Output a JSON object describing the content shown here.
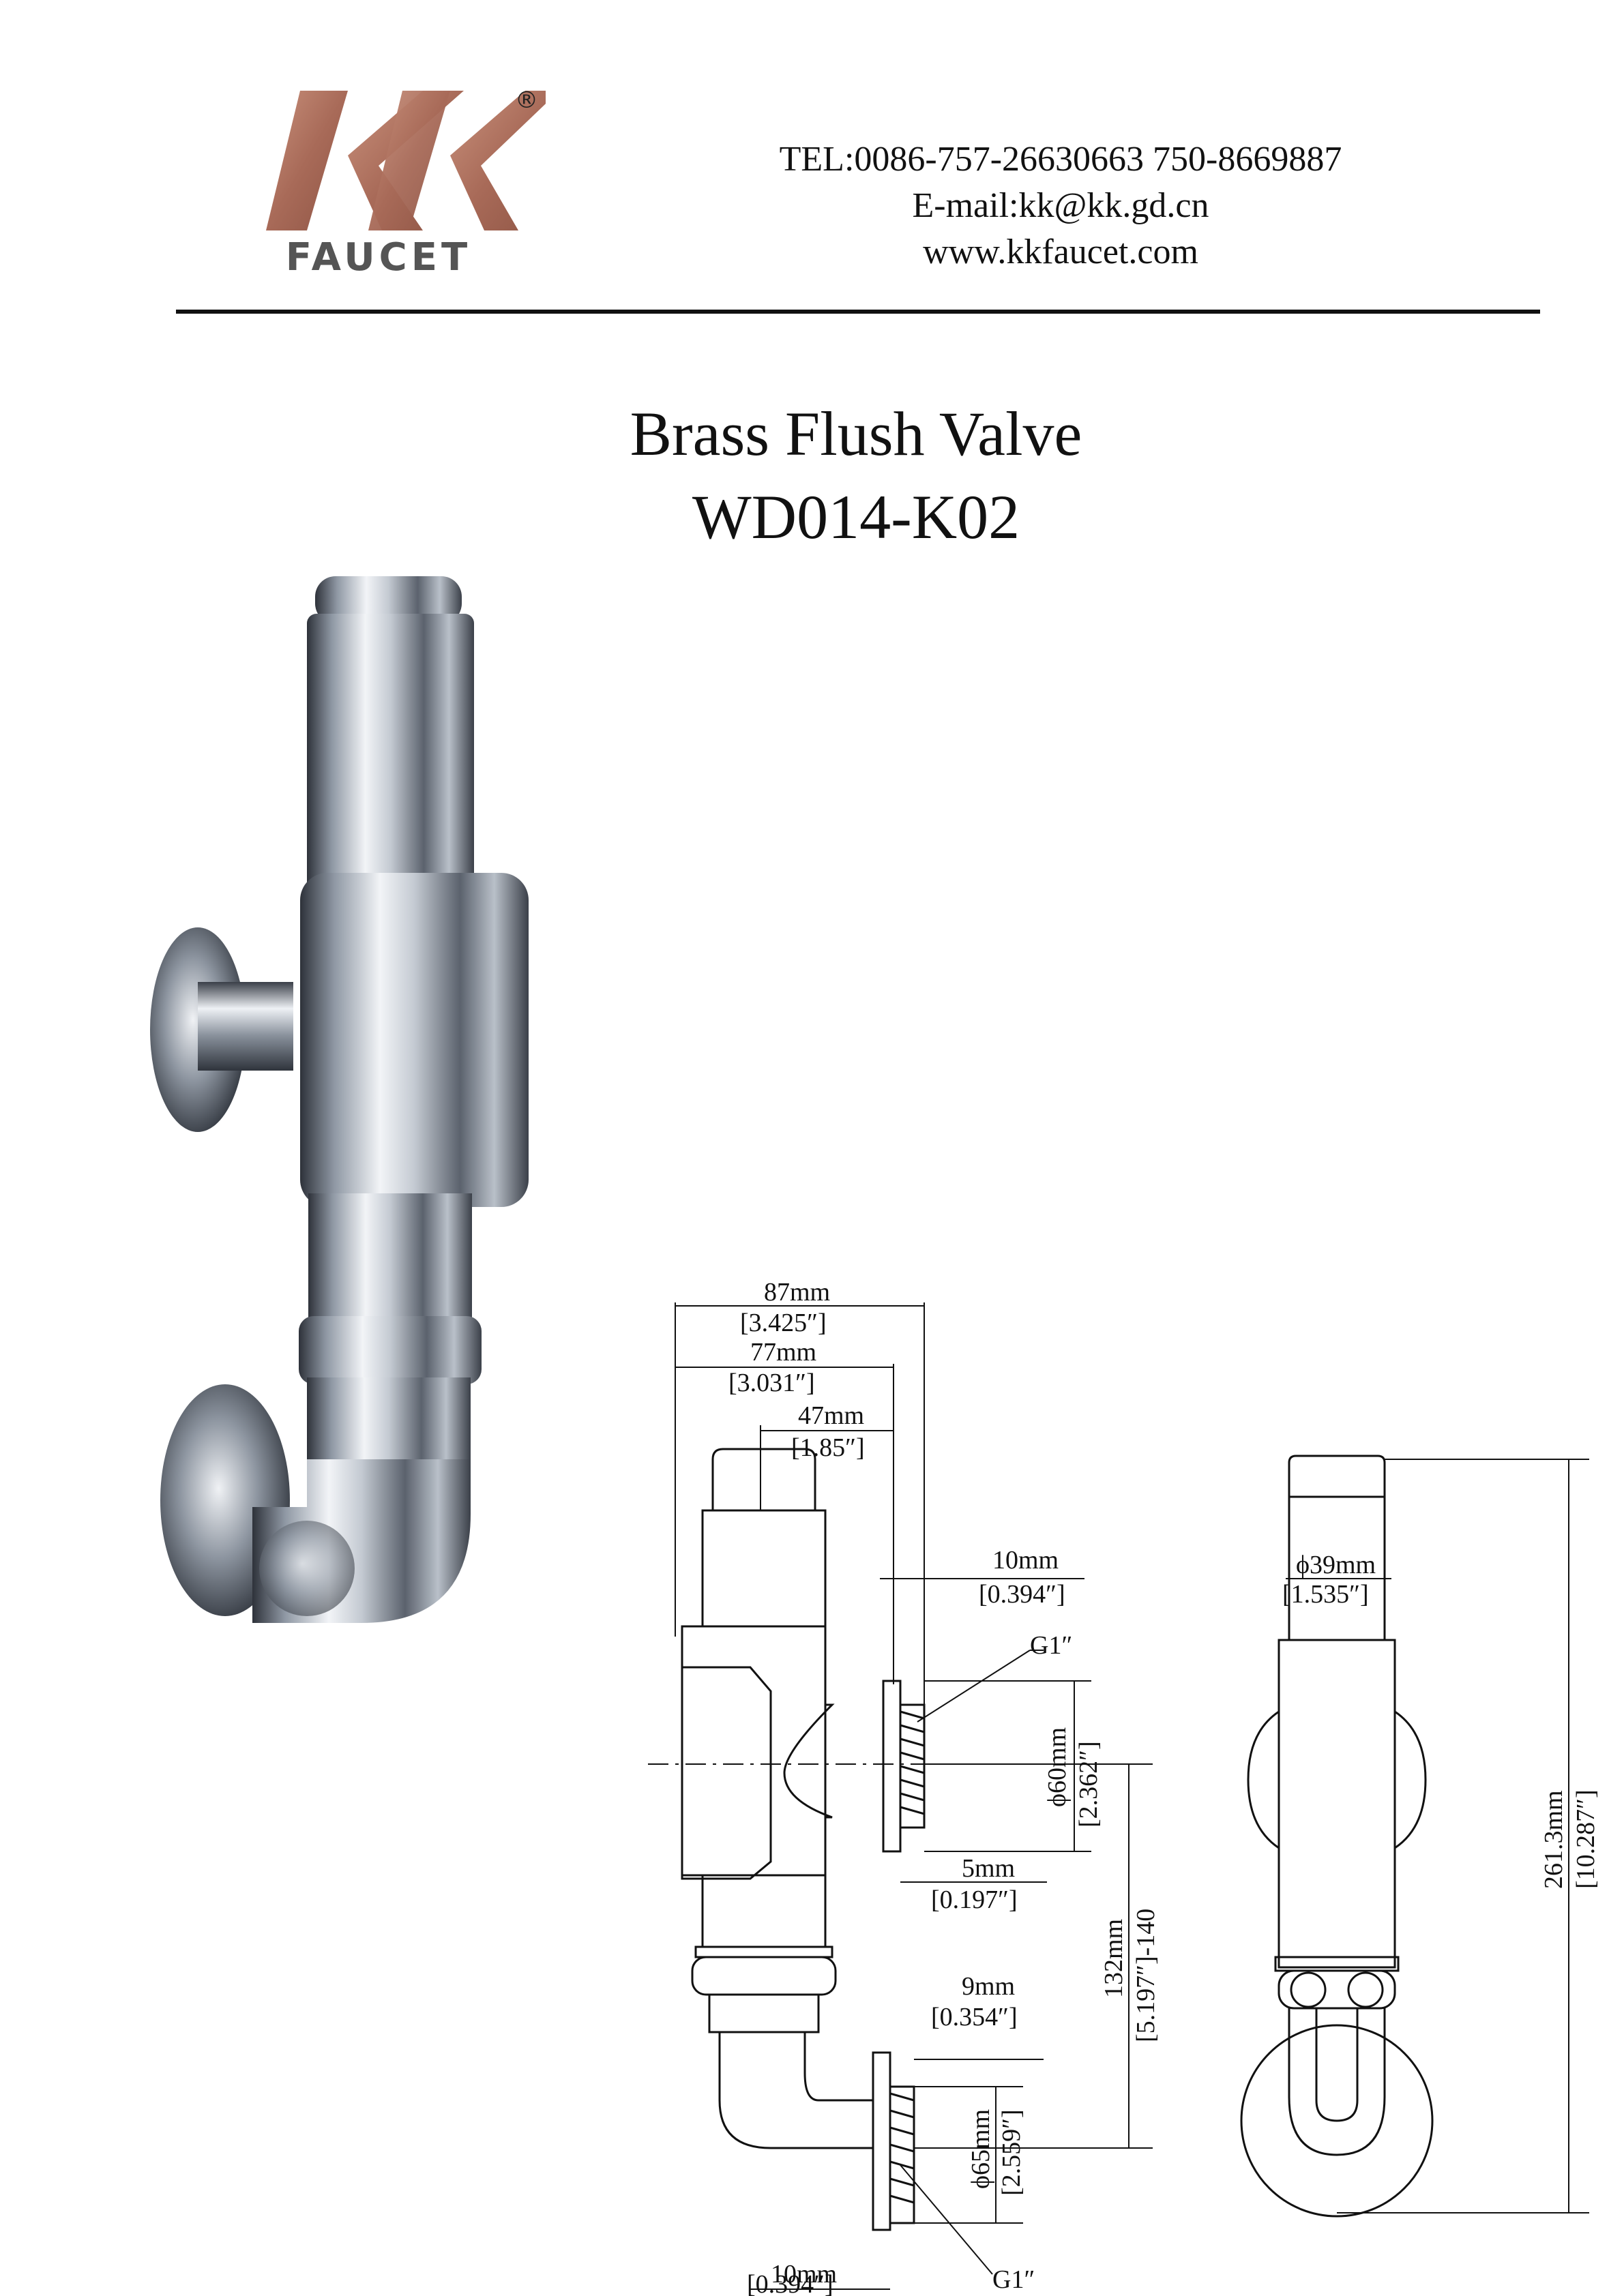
{
  "header": {
    "logo": {
      "letters": "KK",
      "registered_mark": "®",
      "brand": "FAUCET",
      "brand_color": "#b37968"
    },
    "contact": {
      "tel": "TEL:0086-757-26630663 750-8669887",
      "email": "E-mail:kk@kk.gd.cn",
      "website": "www.kkfaucet.com"
    }
  },
  "product": {
    "name": "Brass Flush Valve",
    "model": "WD014-K02"
  },
  "drawing": {
    "dims": {
      "d87_mm": "87mm",
      "d87_in": "[3.425″]",
      "d77_mm": "77mm",
      "d77_in": "[3.031″]",
      "d47_mm": "47mm",
      "d47_in": "[1.85″]",
      "d10a_mm": "10mm",
      "d10a_in": "[0.394″]",
      "g1_top": "G1″",
      "phi60_mm": "ϕ60mm",
      "phi60_in": "[2.362″]",
      "d5_mm": "5mm",
      "d5_in": "[0.197″]",
      "d132_mm": "132mm",
      "d132_in": "[5.197″]-140",
      "d9_mm": "9mm",
      "d9_in": "[0.354″]",
      "phi65_mm": "ϕ65mm",
      "phi65_in": "[2.559″]",
      "d10b_mm": "10mm",
      "d10b_in": "[0.394″]",
      "g1_bottom": "G1″",
      "phi39_mm": "ϕ39mm",
      "phi39_in": "[1.535″]",
      "h261_mm": "261.3mm",
      "h261_in": "[10.287″]"
    }
  },
  "colors": {
    "chrome_dark": "#3a3f48",
    "chrome_mid": "#9aa3ae",
    "chrome_light": "#eef1f5"
  }
}
